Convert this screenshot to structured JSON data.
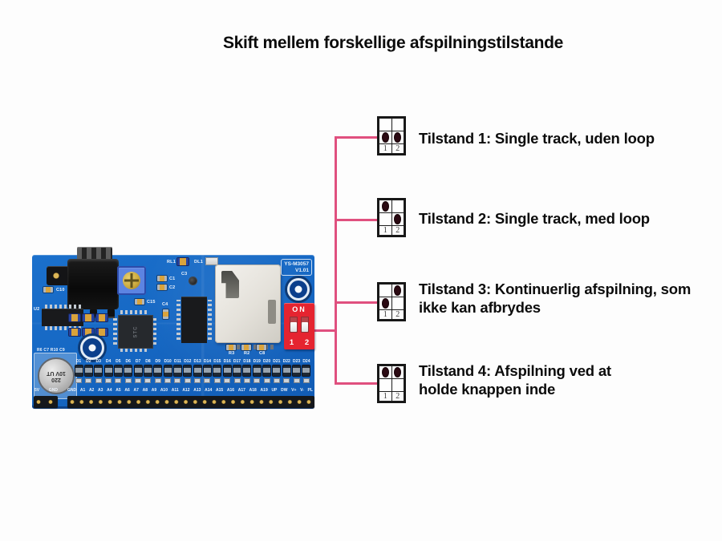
{
  "page": {
    "title": "Skift mellem forskellige afspilningstilstande"
  },
  "colors": {
    "connector_pink": "#e0507f",
    "pcb_blue": "#1668c4",
    "dip_red": "#e52430",
    "switch_dot": "#2c0a13"
  },
  "modes": [
    {
      "label": "Tilstand 1: Single track, uden loop",
      "pin1": "1",
      "pin2": "2",
      "cells": {
        "c1_top": "empty",
        "c2_top": "empty",
        "c1_bot": "dot",
        "c2_bot": "dot"
      }
    },
    {
      "label": "Tilstand 2: Single track, med loop",
      "pin1": "1",
      "pin2": "2",
      "cells": {
        "c1_top": "dot",
        "c2_top": "empty",
        "c1_bot": "empty",
        "c2_bot": "dot"
      }
    },
    {
      "label": "Tilstand 3: Kontinuerlig afspilning, som ikke kan afbrydes",
      "pin1": "1",
      "pin2": "2",
      "cells": {
        "c1_top": "empty",
        "c2_top": "dot",
        "c1_bot": "dot",
        "c2_bot": "empty"
      }
    },
    {
      "label": "Tilstand 4: Afspilning ved at holde knappen inde",
      "pin1": "1",
      "pin2": "2",
      "cells": {
        "c1_top": "dot",
        "c2_top": "dot",
        "c1_bot": "empty",
        "c2_bot": "empty"
      }
    }
  ],
  "board": {
    "model": "YS-M3057",
    "version": "V1.01",
    "dip": {
      "on": "ON",
      "n1": "1",
      "n2": "2"
    },
    "mcu_label": "STC",
    "cap_label": "220 10V UT",
    "silk": {
      "u2": "U2",
      "c10": "C10",
      "rl1": "RL1",
      "dl1": "DL1",
      "c1": "C1",
      "c2": "C2",
      "c3": "C3",
      "c4": "C4",
      "c15": "C15",
      "r3": "R3",
      "r2": "R2",
      "c8": "C8",
      "row": "R6 C7 R10 C9"
    },
    "diodes": [
      "D1",
      "D2",
      "D3",
      "D4",
      "D5",
      "D6",
      "D7",
      "D8",
      "D9",
      "D10",
      "D11",
      "D12",
      "D13",
      "D14",
      "D15",
      "D16",
      "D17",
      "D18",
      "D19",
      "D20",
      "D21",
      "D22",
      "D23",
      "D24"
    ],
    "pins_left": [
      "5V",
      "GND"
    ],
    "pins_main": [
      "GND",
      "A1",
      "A2",
      "A3",
      "A4",
      "A5",
      "A6",
      "A7",
      "A8",
      "A9",
      "A10",
      "A11",
      "A12",
      "A13",
      "A14",
      "A15",
      "A16",
      "A17",
      "A18",
      "A19",
      "UP",
      "DW",
      "V+",
      "V-",
      "PL"
    ]
  }
}
